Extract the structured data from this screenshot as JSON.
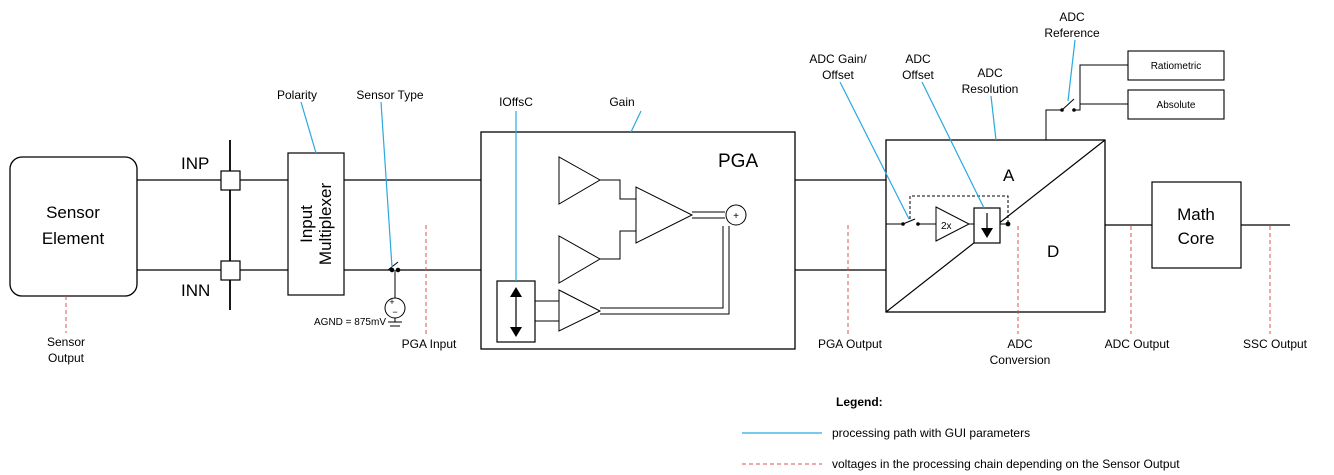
{
  "blocks": {
    "sensor_line1": "Sensor",
    "sensor_line2": "Element",
    "input_mux_line1": "Input",
    "input_mux_line2": "Multiplexer",
    "pga": "PGA",
    "adc_a": "A",
    "adc_d": "D",
    "gain_2x": "2x",
    "math_line1": "Math",
    "math_line2": "Core",
    "ratiometric": "Ratiometric",
    "absolute": "Absolute",
    "summer": "+"
  },
  "pins": {
    "inp": "INP",
    "inn": "INN"
  },
  "params": {
    "polarity": "Polarity",
    "sensor_type": "Sensor Type",
    "ioffsc": "IOffsC",
    "gain": "Gain",
    "adc_gain_offset_1": "ADC Gain/",
    "adc_gain_offset_2": "Offset",
    "adc_offset_1": "ADC",
    "adc_offset_2": "Offset",
    "adc_resolution_1": "ADC",
    "adc_resolution_2": "Resolution",
    "adc_reference_1": "ADC",
    "adc_reference_2": "Reference"
  },
  "outputs": {
    "sensor_output_1": "Sensor",
    "sensor_output_2": "Output",
    "agnd": "AGND = 875mV",
    "pga_input": "PGA Input",
    "pga_output": "PGA Output",
    "adc_conversion_1": "ADC",
    "adc_conversion_2": "Conversion",
    "adc_output": "ADC Output",
    "ssc_output": "SSC Output"
  },
  "legend": {
    "title": "Legend:",
    "blue_entry": "processing path with GUI parameters",
    "red_entry": "voltages in the processing chain depending on the Sensor Output"
  },
  "colors": {
    "gui_param_line": "#29a9e0",
    "voltage_marker": "#d9534f",
    "line": "#000000"
  }
}
